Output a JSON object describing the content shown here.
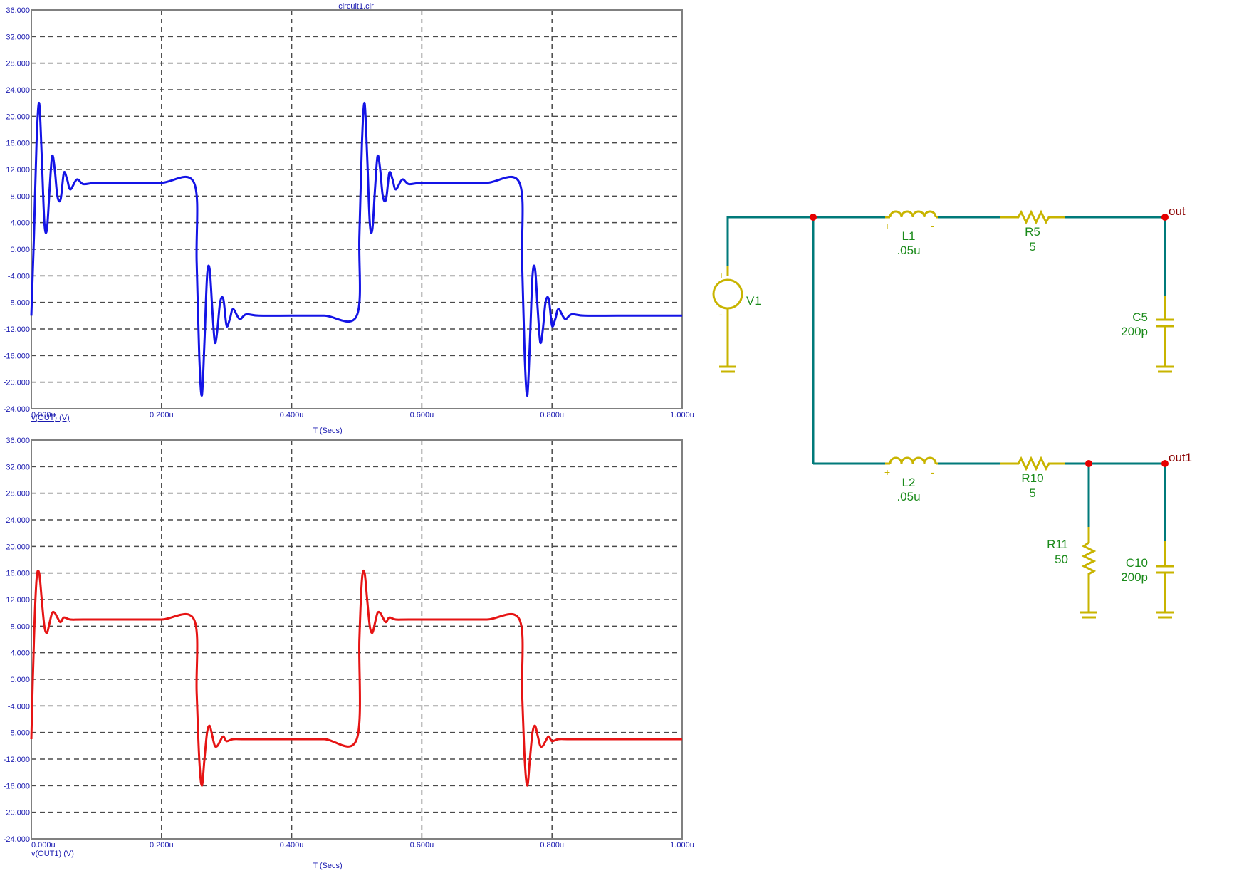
{
  "plot_title": "circuit1.cir",
  "chart_data": [
    {
      "type": "line",
      "title": "circuit1.cir",
      "xlabel": "T (Secs)",
      "ylabel": "",
      "x_ticks": [
        "0.000u",
        "0.200u",
        "0.400u",
        "0.600u",
        "0.800u",
        "1.000u"
      ],
      "y_ticks": [
        "-24.000",
        "-20.000",
        "-16.000",
        "-12.000",
        "-8.000",
        "-4.000",
        "0.000",
        "4.000",
        "8.000",
        "12.000",
        "16.000",
        "20.000",
        "24.000",
        "28.000",
        "32.000",
        "36.000"
      ],
      "xlim": [
        0,
        1.0
      ],
      "ylim": [
        -24,
        36
      ],
      "x_unit": "us",
      "grid": true,
      "series": [
        {
          "name": "v(OUT) (V)",
          "color": "#1414e6",
          "x": [
            0,
            0.004,
            0.008,
            0.012,
            0.016,
            0.02,
            0.024,
            0.028,
            0.032,
            0.036,
            0.04,
            0.045,
            0.05,
            0.055,
            0.06,
            0.07,
            0.08,
            0.1,
            0.15,
            0.2,
            0.25,
            0.254,
            0.258,
            0.262,
            0.266,
            0.27,
            0.274,
            0.278,
            0.282,
            0.286,
            0.29,
            0.295,
            0.3,
            0.305,
            0.31,
            0.32,
            0.33,
            0.35,
            0.4,
            0.45,
            0.5,
            0.504,
            0.508,
            0.512,
            0.516,
            0.52,
            0.524,
            0.528,
            0.532,
            0.536,
            0.54,
            0.545,
            0.55,
            0.555,
            0.56,
            0.57,
            0.58,
            0.6,
            0.65,
            0.7,
            0.75,
            0.754,
            0.758,
            0.762,
            0.766,
            0.77,
            0.774,
            0.778,
            0.782,
            0.786,
            0.79,
            0.795,
            0.8,
            0.805,
            0.81,
            0.82,
            0.83,
            0.85,
            0.9,
            0.95,
            1.0
          ],
          "values": [
            -10,
            2,
            16,
            22,
            14,
            4,
            3,
            9,
            14,
            12,
            8,
            7.5,
            11.5,
            10.5,
            9,
            10.5,
            9.8,
            10,
            10,
            10,
            10,
            -2,
            -16,
            -22,
            -14,
            -4,
            -3,
            -9,
            -14,
            -12,
            -8,
            -7.5,
            -11.5,
            -10.5,
            -9,
            -10.5,
            -9.8,
            -10,
            -10,
            -10,
            -10,
            2,
            16,
            22,
            14,
            4,
            3,
            9,
            14,
            12,
            8,
            7.5,
            11.5,
            10.5,
            9,
            10.5,
            9.8,
            10,
            10,
            10,
            10,
            -2,
            -16,
            -22,
            -14,
            -4,
            -3,
            -9,
            -14,
            -12,
            -8,
            -7.5,
            -11.5,
            -10.5,
            -9,
            -10.5,
            -9.8,
            -10,
            -10,
            -10,
            -10
          ]
        }
      ]
    },
    {
      "type": "line",
      "title": "",
      "xlabel": "T (Secs)",
      "ylabel": "",
      "x_ticks": [
        "0.000u",
        "0.200u",
        "0.400u",
        "0.600u",
        "0.800u",
        "1.000u"
      ],
      "y_ticks": [
        "-24.000",
        "-20.000",
        "-16.000",
        "-12.000",
        "-8.000",
        "-4.000",
        "0.000",
        "4.000",
        "8.000",
        "12.000",
        "16.000",
        "20.000",
        "24.000",
        "28.000",
        "32.000",
        "36.000"
      ],
      "xlim": [
        0,
        1.0
      ],
      "ylim": [
        -24,
        36
      ],
      "x_unit": "us",
      "grid": true,
      "series": [
        {
          "name": "v(OUT1) (V)",
          "color": "#e61414",
          "x": [
            0,
            0.004,
            0.008,
            0.012,
            0.016,
            0.02,
            0.024,
            0.028,
            0.032,
            0.036,
            0.04,
            0.045,
            0.05,
            0.06,
            0.08,
            0.15,
            0.2,
            0.25,
            0.254,
            0.258,
            0.262,
            0.266,
            0.27,
            0.274,
            0.278,
            0.282,
            0.286,
            0.29,
            0.295,
            0.3,
            0.31,
            0.33,
            0.4,
            0.45,
            0.5,
            0.504,
            0.508,
            0.512,
            0.516,
            0.52,
            0.524,
            0.528,
            0.532,
            0.536,
            0.54,
            0.545,
            0.55,
            0.56,
            0.58,
            0.65,
            0.7,
            0.75,
            0.754,
            0.758,
            0.762,
            0.766,
            0.77,
            0.774,
            0.778,
            0.782,
            0.786,
            0.79,
            0.795,
            0.8,
            0.81,
            0.83,
            0.9,
            0.95,
            1.0
          ],
          "values": [
            -9,
            6,
            15,
            16,
            12,
            8,
            7,
            8.5,
            10,
            10,
            9.3,
            8.6,
            9.3,
            9,
            9,
            9,
            9,
            9,
            -2,
            -12,
            -16,
            -12,
            -8,
            -7,
            -8.5,
            -10,
            -10,
            -9.3,
            -8.6,
            -9.3,
            -9,
            -9,
            -9,
            -9,
            -9,
            6,
            15,
            16,
            12,
            8,
            7,
            8.5,
            10,
            10,
            9.3,
            8.6,
            9.3,
            9,
            9,
            9,
            9,
            9,
            -2,
            -12,
            -16,
            -12,
            -8,
            -7,
            -8.5,
            -10,
            -10,
            -9.3,
            -8.6,
            -9.3,
            -9,
            -9,
            -9,
            -9,
            -9
          ]
        }
      ]
    }
  ],
  "schematic": {
    "colors": {
      "wire": "#007a7a",
      "component": "#c8b400",
      "label": "#1a8a1a",
      "node": "#8b0000",
      "junction": "#e60000"
    },
    "components": [
      {
        "id": "V1",
        "label": "V1",
        "value": "",
        "type": "voltage-source"
      },
      {
        "id": "L1",
        "label": "L1",
        "value": ".05u",
        "type": "inductor"
      },
      {
        "id": "R5",
        "label": "R5",
        "value": "5",
        "type": "resistor"
      },
      {
        "id": "C5",
        "label": "C5",
        "value": "200p",
        "type": "capacitor"
      },
      {
        "id": "L2",
        "label": "L2",
        "value": ".05u",
        "type": "inductor"
      },
      {
        "id": "R10",
        "label": "R10",
        "value": "5",
        "type": "resistor"
      },
      {
        "id": "R11",
        "label": "R11",
        "value": "50",
        "type": "resistor"
      },
      {
        "id": "C10",
        "label": "C10",
        "value": "200p",
        "type": "capacitor"
      }
    ],
    "nodes": [
      {
        "id": "out",
        "label": "out"
      },
      {
        "id": "out1",
        "label": "out1"
      }
    ],
    "symbols": {
      "plus": "+",
      "minus": "-"
    }
  }
}
